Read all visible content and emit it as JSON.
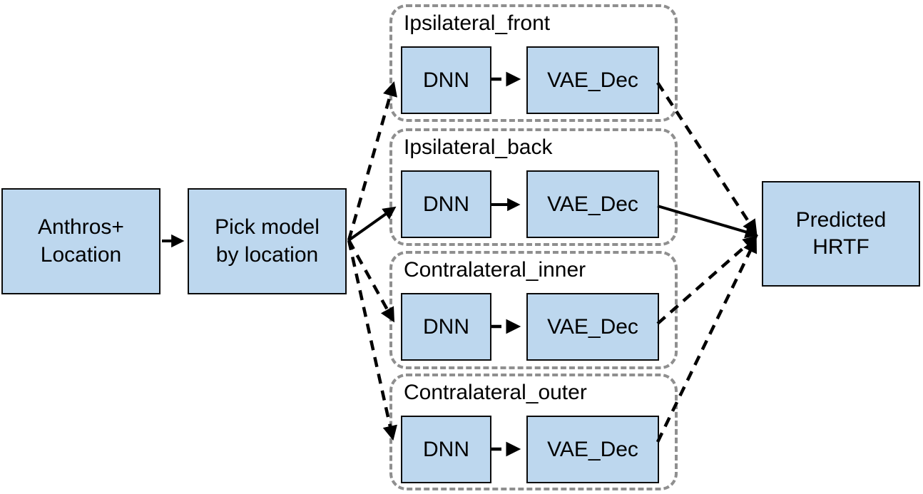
{
  "diagram": {
    "type": "flowchart",
    "background": "#ffffff",
    "colors": {
      "node_fill": "#BDD7EE",
      "node_border": "#0a0a0a",
      "group_border": "#8f8f8f",
      "arrow": "#000000"
    },
    "nodes": {
      "anthros": {
        "line1": "Anthros+",
        "line2": "Location"
      },
      "pick_model": {
        "line1": "Pick model",
        "line2": "by location"
      },
      "predicted": {
        "line1": "Predicted",
        "line2": "HRTF"
      }
    },
    "groups": [
      {
        "title": "Ipsilateral_front",
        "dnn_label": "DNN",
        "decoder_label": "VAE_Dec",
        "path_style": "dashed"
      },
      {
        "title": "Ipsilateral_back",
        "dnn_label": "DNN",
        "decoder_label": "VAE_Dec",
        "path_style": "solid"
      },
      {
        "title": "Contralateral_inner",
        "dnn_label": "DNN",
        "decoder_label": "VAE_Dec",
        "path_style": "dashed"
      },
      {
        "title": "Contralateral_outer",
        "dnn_label": "DNN",
        "decoder_label": "VAE_Dec",
        "path_style": "dashed"
      }
    ],
    "edges": [
      {
        "from": "anthros",
        "to": "pick_model",
        "style": "solid"
      },
      {
        "from": "pick_model",
        "to": "Ipsilateral_front.DNN",
        "style": "dashed"
      },
      {
        "from": "pick_model",
        "to": "Ipsilateral_back.DNN",
        "style": "solid"
      },
      {
        "from": "pick_model",
        "to": "Contralateral_inner.DNN",
        "style": "dashed"
      },
      {
        "from": "pick_model",
        "to": "Contralateral_outer.DNN",
        "style": "dashed"
      },
      {
        "from": "Ipsilateral_front.DNN",
        "to": "Ipsilateral_front.VAE_Dec",
        "style": "dashed"
      },
      {
        "from": "Ipsilateral_back.DNN",
        "to": "Ipsilateral_back.VAE_Dec",
        "style": "solid"
      },
      {
        "from": "Contralateral_inner.DNN",
        "to": "Contralateral_inner.VAE_Dec",
        "style": "dashed"
      },
      {
        "from": "Contralateral_outer.DNN",
        "to": "Contralateral_outer.VAE_Dec",
        "style": "dashed"
      },
      {
        "from": "Ipsilateral_front.VAE_Dec",
        "to": "predicted",
        "style": "dashed"
      },
      {
        "from": "Ipsilateral_back.VAE_Dec",
        "to": "predicted",
        "style": "solid"
      },
      {
        "from": "Contralateral_inner.VAE_Dec",
        "to": "predicted",
        "style": "dashed"
      },
      {
        "from": "Contralateral_outer.VAE_Dec",
        "to": "predicted",
        "style": "dashed"
      }
    ]
  }
}
